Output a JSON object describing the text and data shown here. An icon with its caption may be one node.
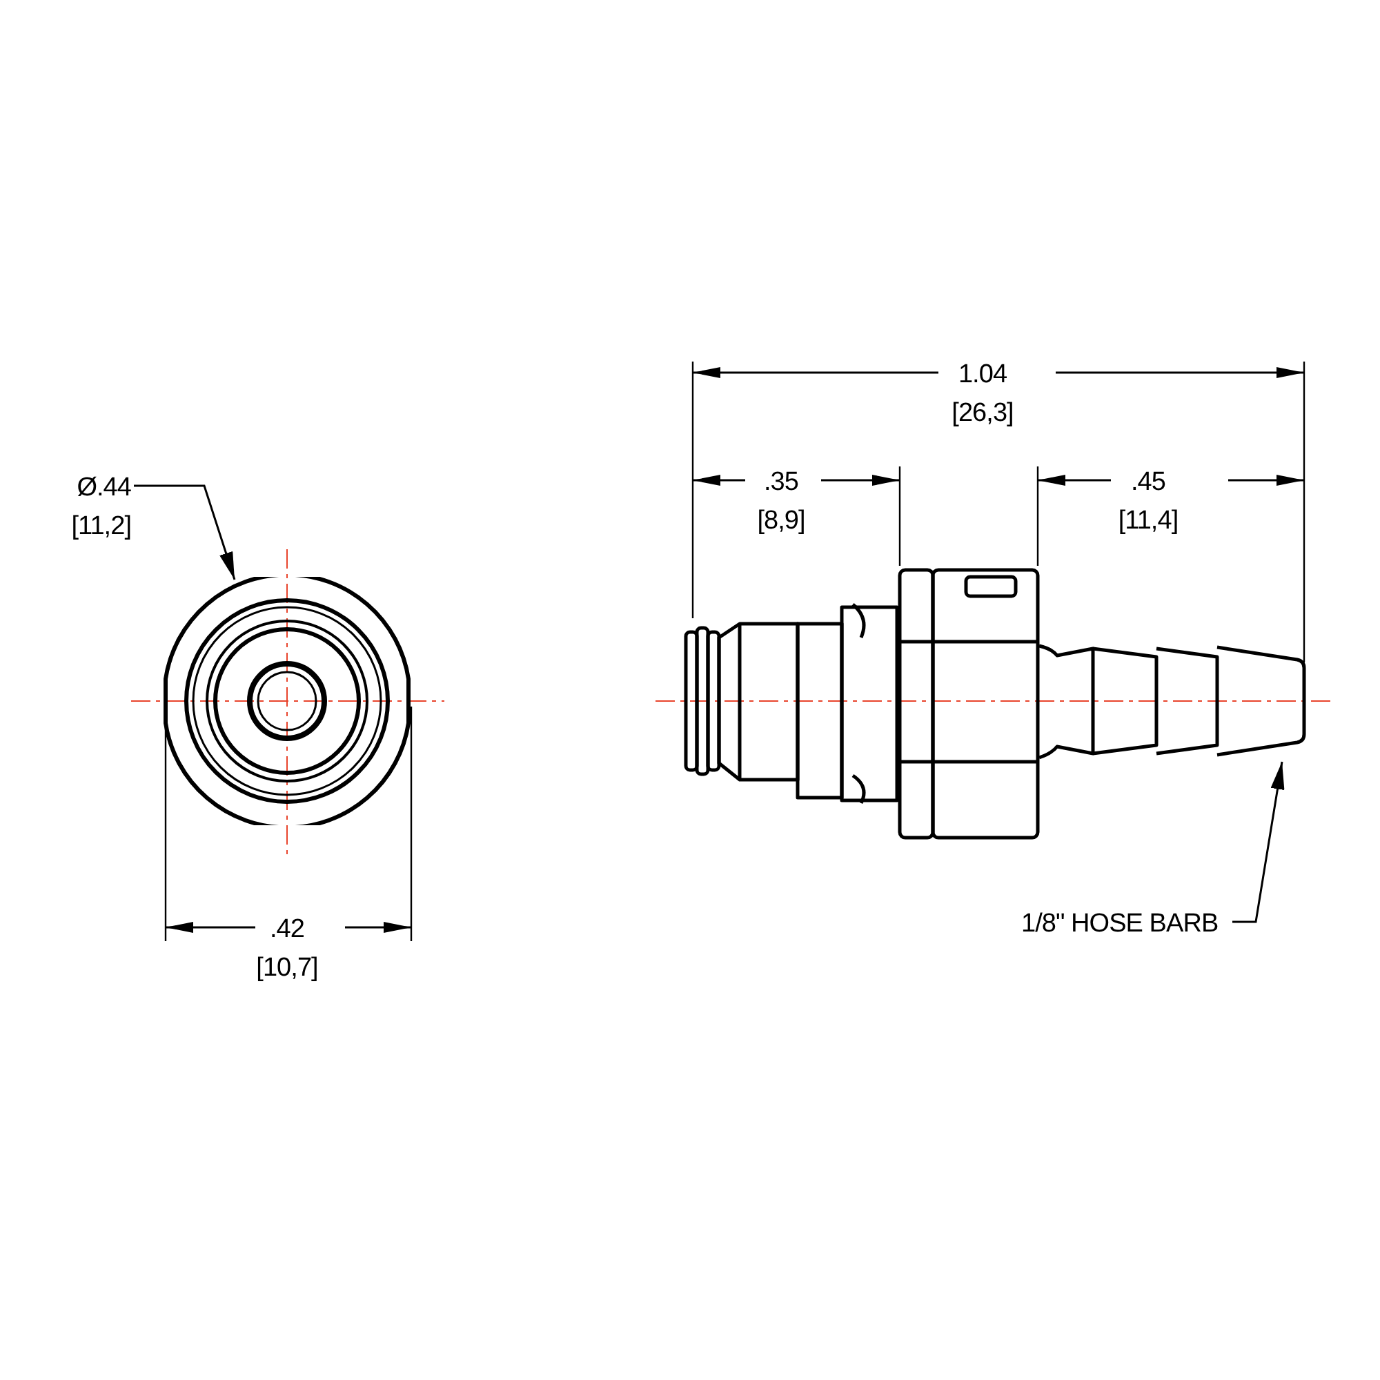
{
  "diagram": {
    "nodes": [
      {
        "text": [
          "Ø.44",
          "[11,2]"
        ]
      },
      {
        "text": [],
        "shape": "picture"
      },
      {
        "text": [],
        "shape": "picture"
      },
      {
        "text": [
          "1/8\" HOSE BARB"
        ]
      }
    ],
    "edges": [
      {
        "from": 0,
        "to": 1,
        "arrow": "to"
      },
      {
        "from": 3,
        "to": 2,
        "arrow": "to"
      }
    ],
    "labels": [
      "1.04",
      "[26,3]",
      ".35",
      "[8,9]",
      ".45",
      "[11,4]",
      ".42",
      "[10,7]"
    ]
  }
}
